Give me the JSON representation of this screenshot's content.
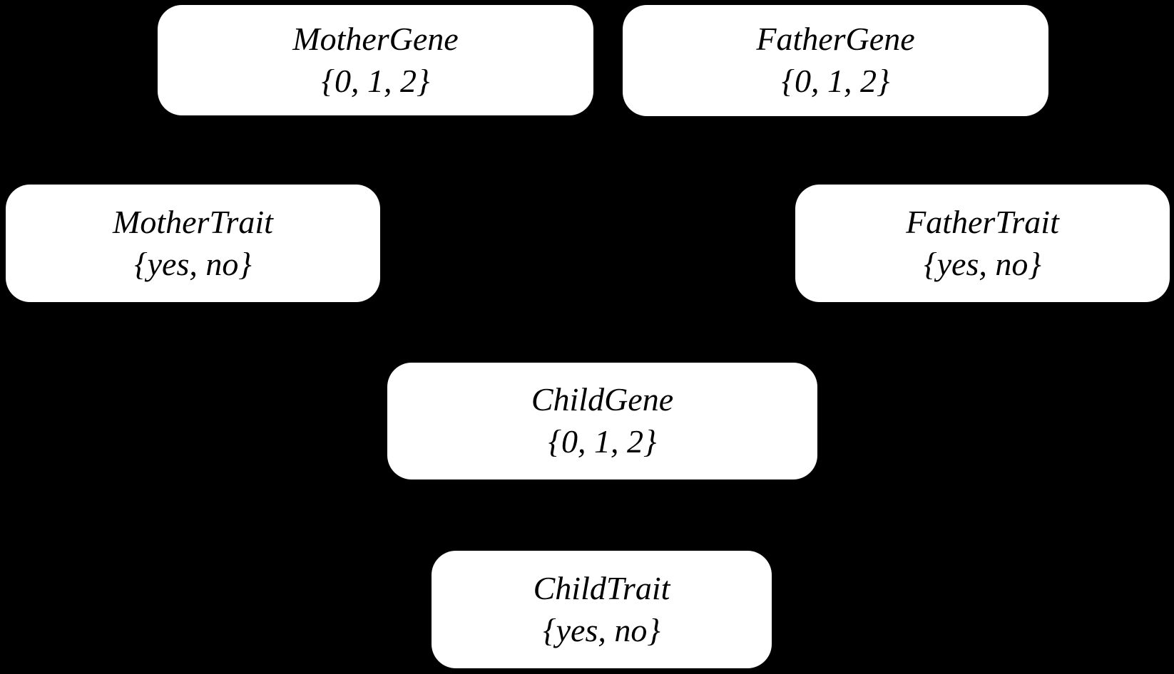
{
  "diagram": {
    "type": "bayesian-network",
    "background_color": "#000000",
    "node_fill_color": "#ffffff",
    "node_text_color": "#000000",
    "nodes": [
      {
        "id": "mother-gene",
        "name": "MotherGene",
        "domain": "{0, 1, 2}"
      },
      {
        "id": "father-gene",
        "name": "FatherGene",
        "domain": "{0, 1, 2}"
      },
      {
        "id": "mother-trait",
        "name": "MotherTrait",
        "domain": "{yes, no}"
      },
      {
        "id": "father-trait",
        "name": "FatherTrait",
        "domain": "{yes, no}"
      },
      {
        "id": "child-gene",
        "name": "ChildGene",
        "domain": "{0, 1, 2}"
      },
      {
        "id": "child-trait",
        "name": "ChildTrait",
        "domain": "{yes, no}"
      }
    ]
  }
}
